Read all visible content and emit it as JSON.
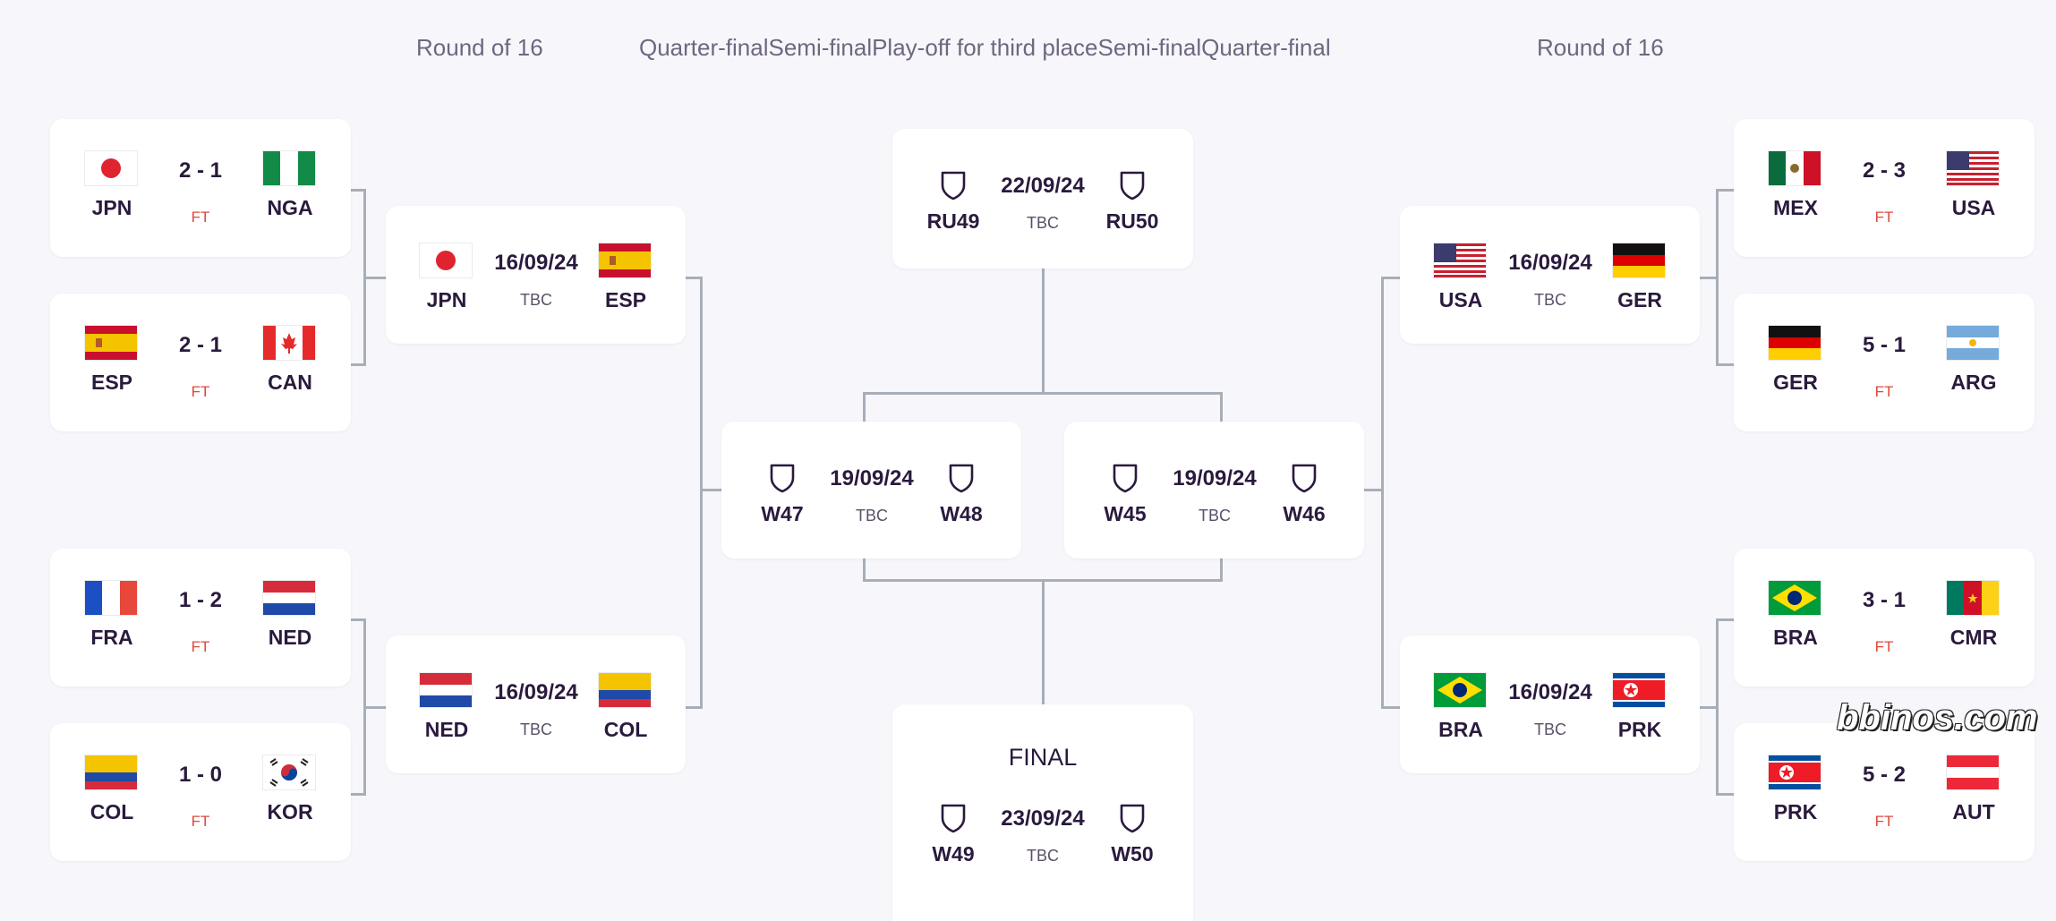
{
  "headers": {
    "left_r16": "Round of 16",
    "center": "Quarter-finalSemi-finalPlay-off for third placeSemi-finalQuarter-final",
    "right_r16": "Round of 16"
  },
  "r16_left": [
    {
      "home": "JPN",
      "away": "NGA",
      "score": "2 - 1",
      "status": "FT",
      "home_flag": "jpn",
      "away_flag": "nga"
    },
    {
      "home": "ESP",
      "away": "CAN",
      "score": "2 - 1",
      "status": "FT",
      "home_flag": "esp",
      "away_flag": "can"
    },
    {
      "home": "FRA",
      "away": "NED",
      "score": "1 - 2",
      "status": "FT",
      "home_flag": "fra",
      "away_flag": "ned"
    },
    {
      "home": "COL",
      "away": "KOR",
      "score": "1 - 0",
      "status": "FT",
      "home_flag": "col",
      "away_flag": "kor"
    }
  ],
  "r16_right": [
    {
      "home": "MEX",
      "away": "USA",
      "score": "2 - 3",
      "status": "FT",
      "home_flag": "mex",
      "away_flag": "usa"
    },
    {
      "home": "GER",
      "away": "ARG",
      "score": "5 - 1",
      "status": "FT",
      "home_flag": "ger",
      "away_flag": "arg"
    },
    {
      "home": "BRA",
      "away": "CMR",
      "score": "3 - 1",
      "status": "FT",
      "home_flag": "bra",
      "away_flag": "cmr"
    },
    {
      "home": "PRK",
      "away": "AUT",
      "score": "5 - 2",
      "status": "FT",
      "home_flag": "prk",
      "away_flag": "aut"
    }
  ],
  "quarter_finals": [
    {
      "home": "JPN",
      "away": "ESP",
      "date": "16/09/24",
      "status": "TBC",
      "home_flag": "jpn",
      "away_flag": "esp"
    },
    {
      "home": "NED",
      "away": "COL",
      "date": "16/09/24",
      "status": "TBC",
      "home_flag": "ned",
      "away_flag": "col"
    },
    {
      "home": "USA",
      "away": "GER",
      "date": "16/09/24",
      "status": "TBC",
      "home_flag": "usa",
      "away_flag": "ger"
    },
    {
      "home": "BRA",
      "away": "PRK",
      "date": "16/09/24",
      "status": "TBC",
      "home_flag": "bra",
      "away_flag": "prk"
    }
  ],
  "semi_finals": [
    {
      "home": "W47",
      "away": "W48",
      "date": "19/09/24",
      "status": "TBC"
    },
    {
      "home": "W45",
      "away": "W46",
      "date": "19/09/24",
      "status": "TBC"
    }
  ],
  "third_place": {
    "home": "RU49",
    "away": "RU50",
    "date": "22/09/24",
    "status": "TBC"
  },
  "final": {
    "title": "FINAL",
    "home": "W49",
    "away": "W50",
    "date": "23/09/24",
    "status": "TBC"
  },
  "icons": {
    "placeholder": "shield-icon"
  },
  "colors": {
    "connector": "#a8aeb8",
    "ft": "#e0483b",
    "text": "#2a1a3d",
    "background": "#f7f7fb"
  },
  "watermark": "bbinos.com"
}
